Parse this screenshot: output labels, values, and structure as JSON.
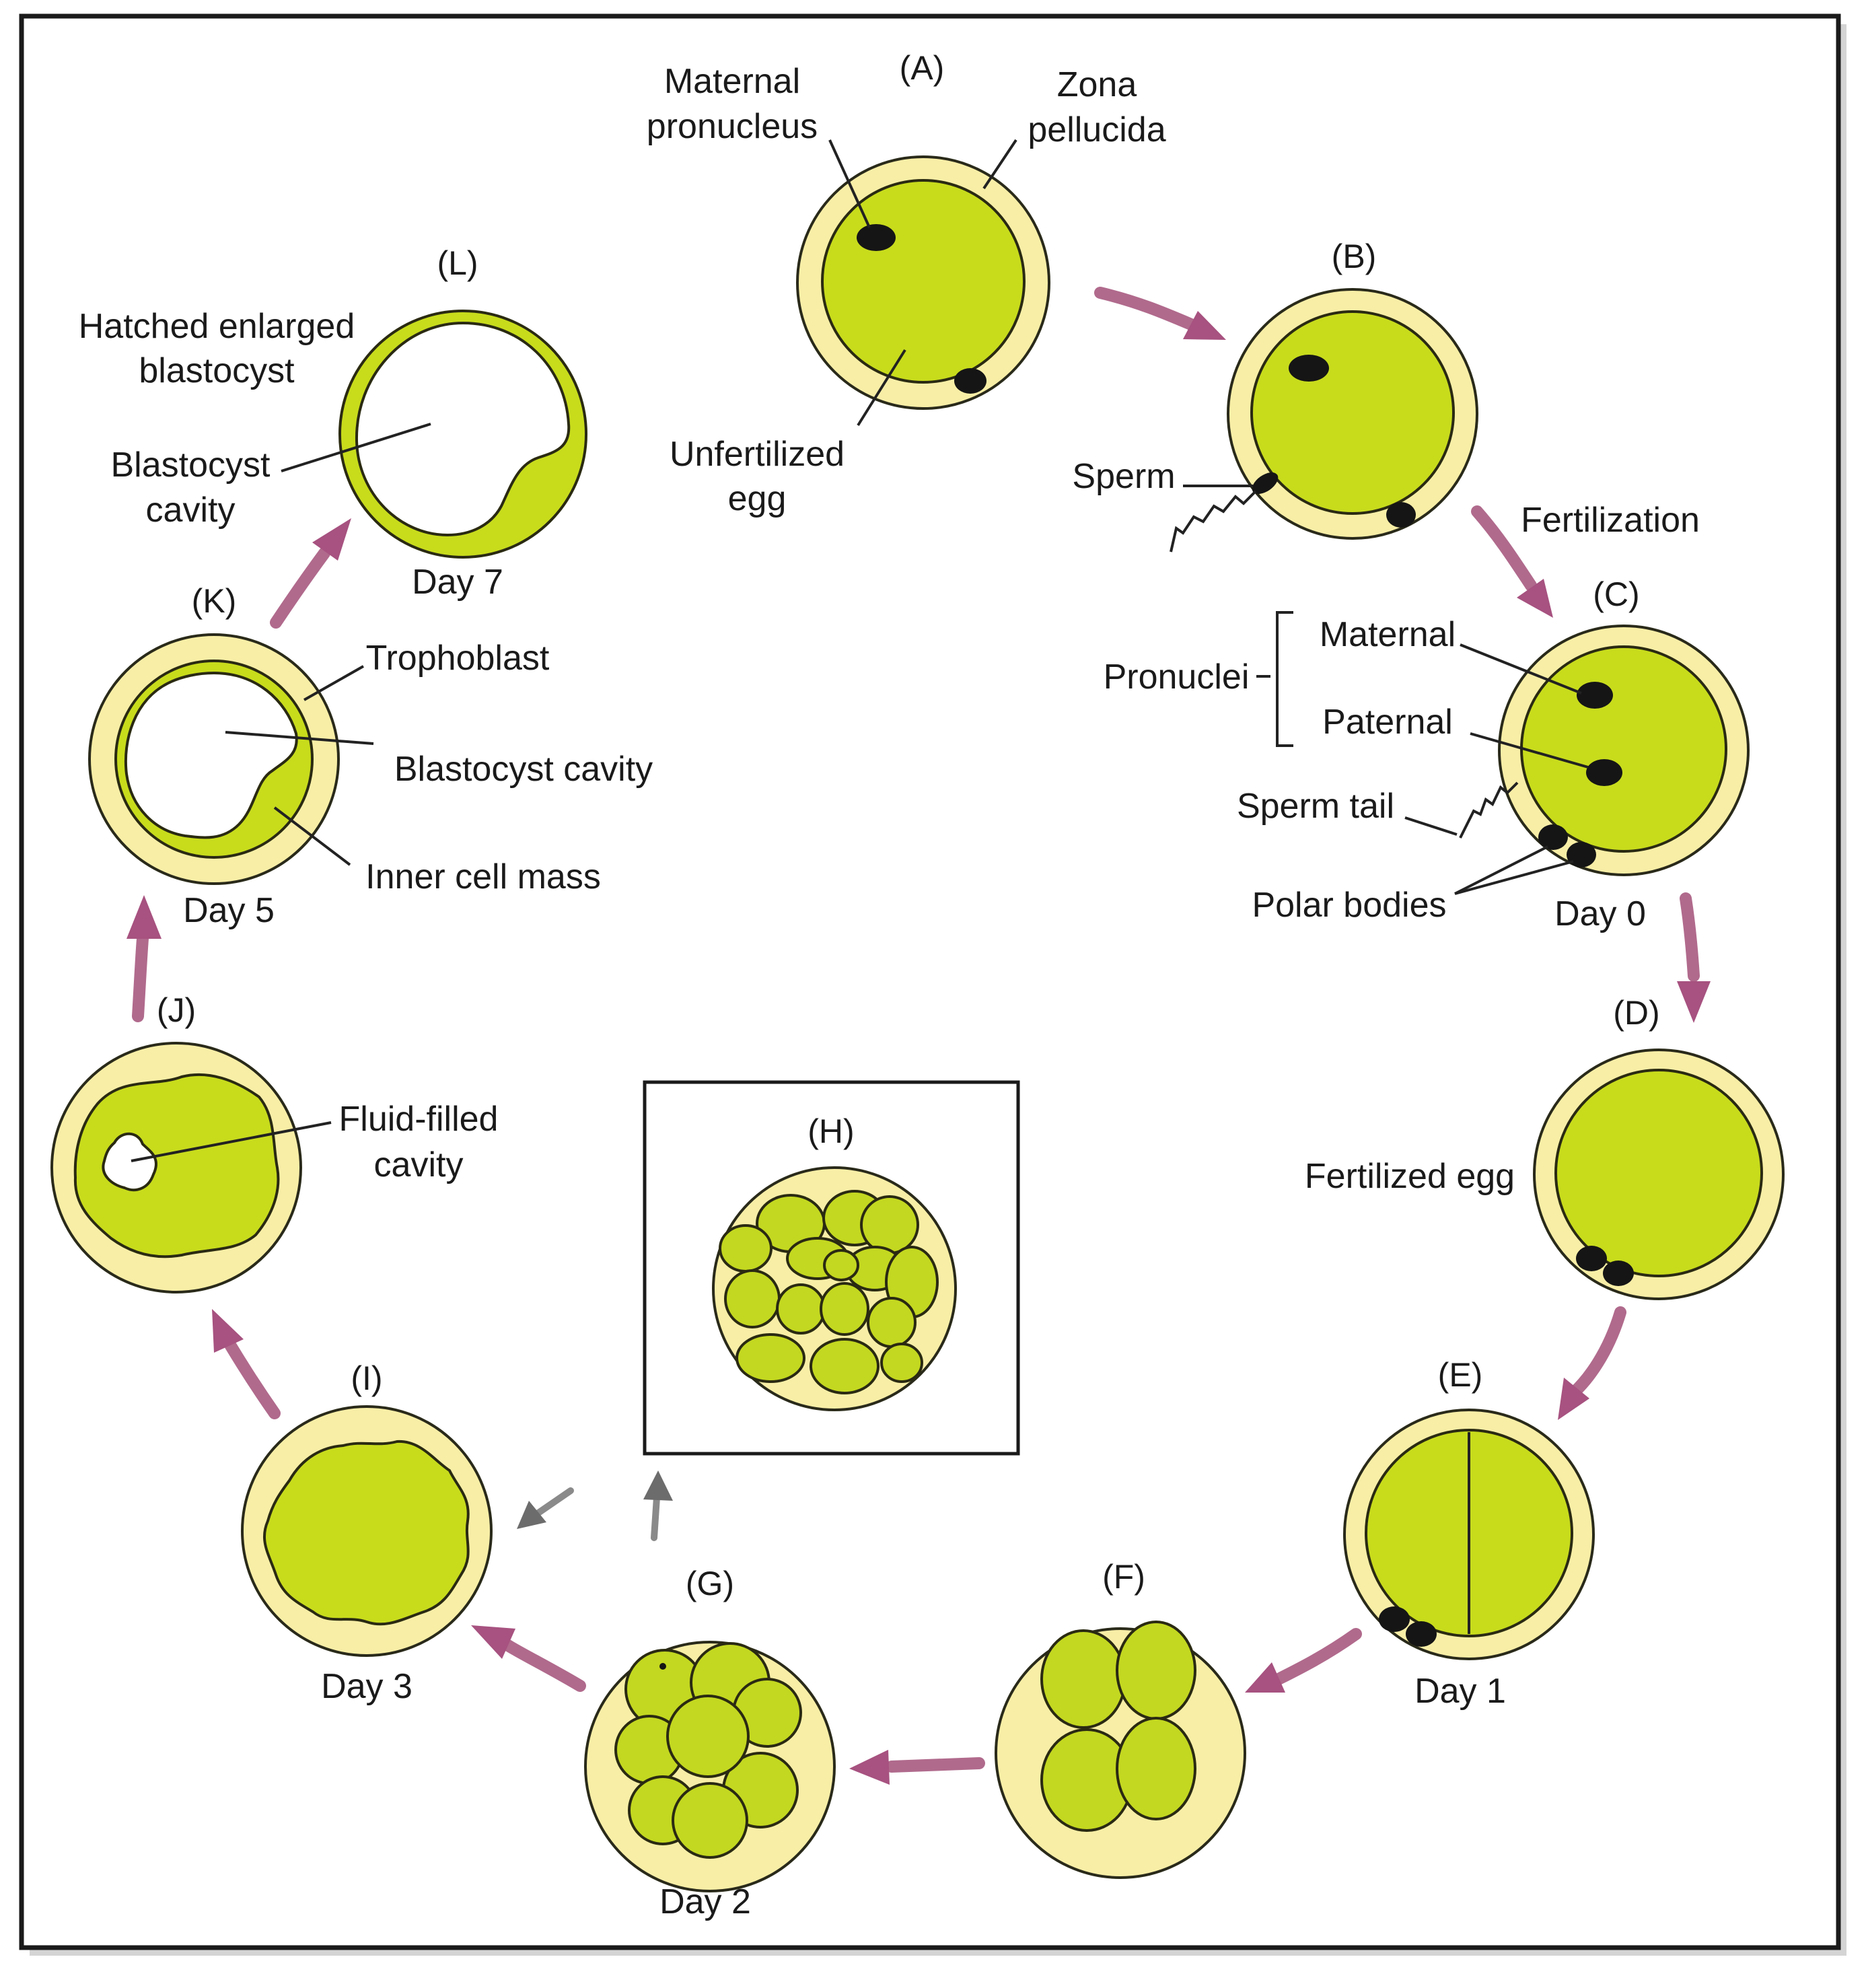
{
  "stages": {
    "a": "(A)",
    "b": "(B)",
    "c": "(C)",
    "d": "(D)",
    "e": "(E)",
    "f": "(F)",
    "g": "(G)",
    "h": "(H)",
    "i": "(I)",
    "j": "(J)",
    "k": "(K)",
    "l": "(L)"
  },
  "labels": {
    "maternal_pronucleus": [
      "Maternal",
      "pronucleus"
    ],
    "zona_pellucida": [
      "Zona",
      "pellucida"
    ],
    "unfertilized_egg": [
      "Unfertilized",
      "egg"
    ],
    "sperm": "Sperm",
    "fertilization": "Fertilization",
    "pronuclei": "Pronuclei",
    "maternal": "Maternal",
    "paternal": "Paternal",
    "sperm_tail": "Sperm tail",
    "polar_bodies": "Polar bodies",
    "fertilized_egg": "Fertilized egg",
    "fluid_filled_cavity": [
      "Fluid-filled",
      "cavity"
    ],
    "trophoblast": "Trophoblast",
    "blastocyst_cavity_k": "Blastocyst cavity",
    "inner_cell_mass": "Inner cell mass",
    "hatched_enlarged_blastocyst": [
      "Hatched enlarged",
      "blastocyst"
    ],
    "blastocyst_cavity_l": [
      "Blastocyst",
      "cavity"
    ]
  },
  "days": {
    "day0": "Day 0",
    "day1": "Day 1",
    "day2": "Day 2",
    "day3": "Day 3",
    "day5": "Day 5",
    "day7": "Day 7"
  },
  "colors": {
    "zona": "#f8eea6",
    "cytoplasm": "#c8dc1c",
    "arrow": "#a75280",
    "secondary_arrow": "#6c6c6c",
    "frame": "#1a1a1a"
  }
}
